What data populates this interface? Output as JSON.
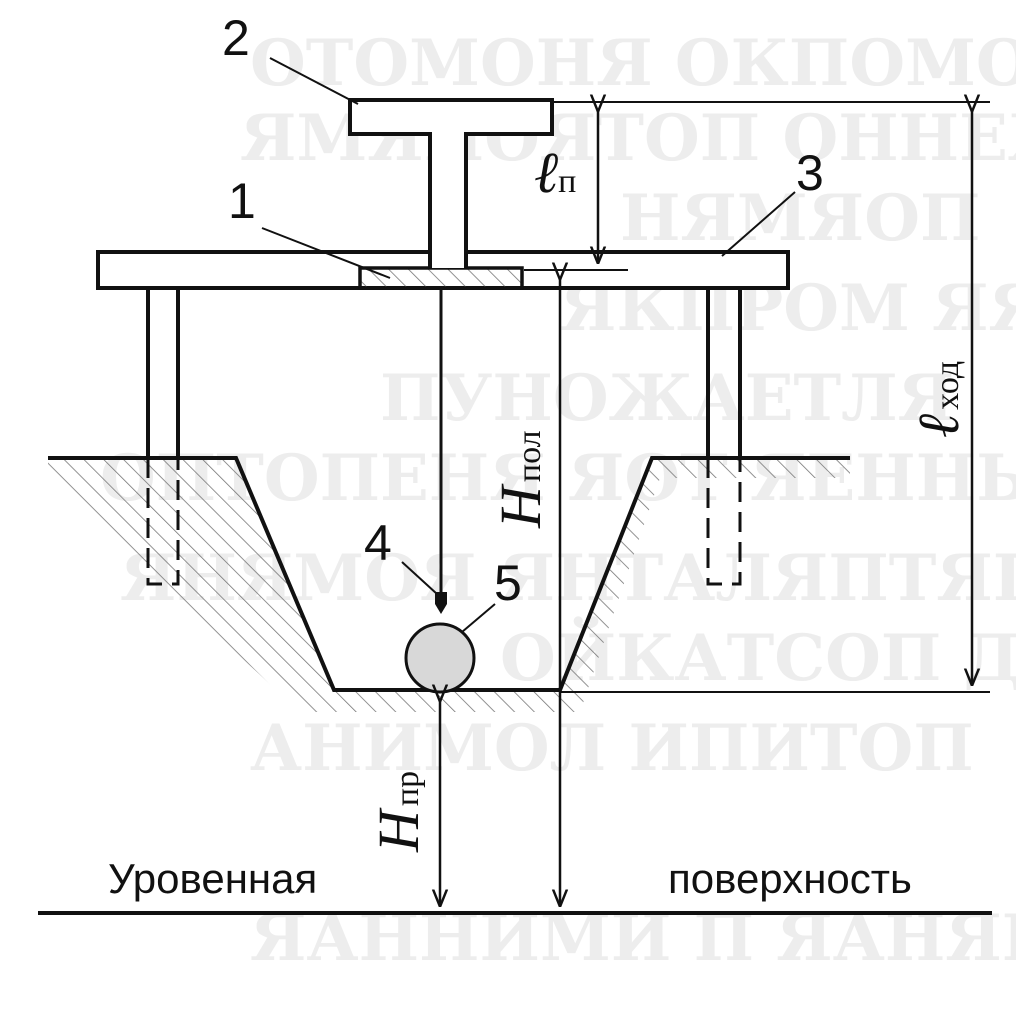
{
  "labels": {
    "n1": "1",
    "n2": "2",
    "n3": "3",
    "n4": "4",
    "n5": "5",
    "level_left": "Уровенная",
    "level_right": "поверхность"
  },
  "symbols": {
    "l_p": {
      "main": "ℓ",
      "sub": "п"
    },
    "l_hod": {
      "main": "ℓ",
      "sub": "ход"
    },
    "h_pol": {
      "main": "H",
      "sub": "пол"
    },
    "h_pr": {
      "main": "H",
      "sub": "пр"
    }
  },
  "colors": {
    "line": "#111111",
    "pipe_fill": "#d8d8d8",
    "hatch": "#555555",
    "background": "#ffffff"
  }
}
